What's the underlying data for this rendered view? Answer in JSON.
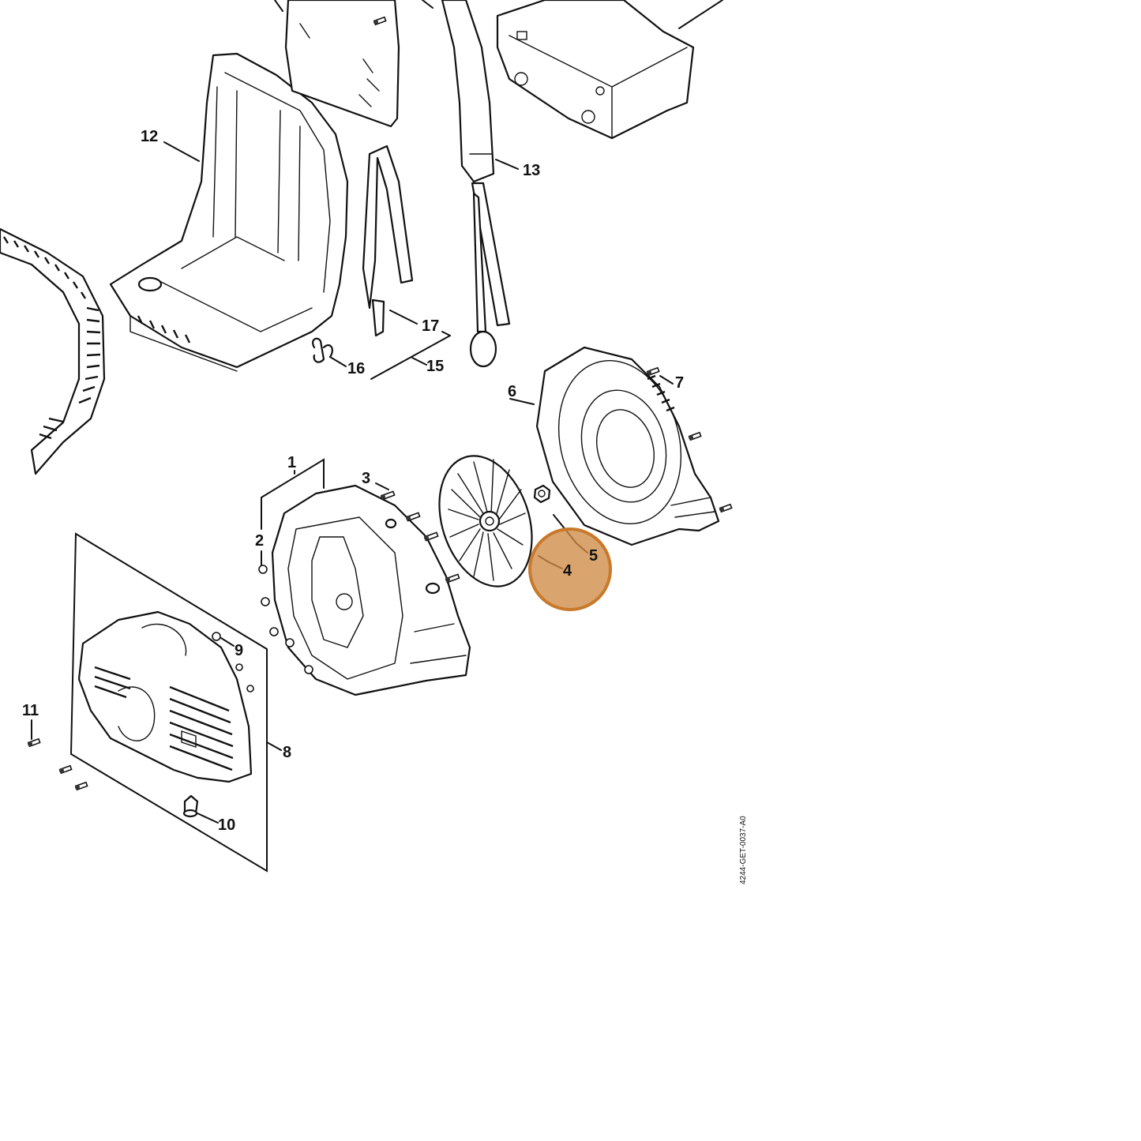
{
  "callouts": [
    {
      "id": "1",
      "label": "1"
    },
    {
      "id": "2",
      "label": "2"
    },
    {
      "id": "3",
      "label": "3"
    },
    {
      "id": "4",
      "label": "4"
    },
    {
      "id": "5",
      "label": "5"
    },
    {
      "id": "6",
      "label": "6"
    },
    {
      "id": "7",
      "label": "7"
    },
    {
      "id": "8",
      "label": "8"
    },
    {
      "id": "9",
      "label": "9"
    },
    {
      "id": "10",
      "label": "10"
    },
    {
      "id": "11",
      "label": "11"
    },
    {
      "id": "12",
      "label": "12"
    },
    {
      "id": "13",
      "label": "13"
    },
    {
      "id": "15",
      "label": "15"
    },
    {
      "id": "16",
      "label": "16"
    },
    {
      "id": "17",
      "label": "17"
    }
  ],
  "highlight": {
    "callout": "4",
    "color": "#c8792b"
  },
  "document_id": "4244-GET-0037-A0"
}
